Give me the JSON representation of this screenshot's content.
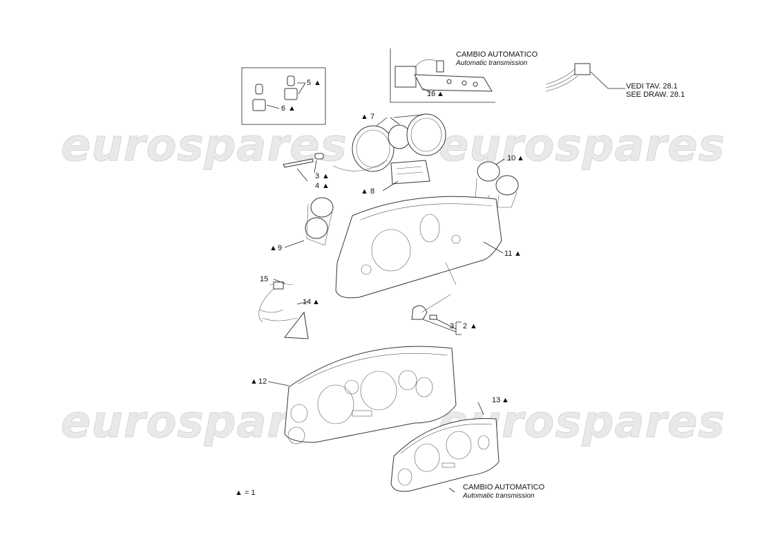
{
  "watermark": [
    "eurospares",
    "eurospares",
    "eurospares",
    "eurospares"
  ],
  "callouts": {
    "c2": "2",
    "c3a": "3",
    "c3b": "3",
    "c4": "4",
    "c5": "5",
    "c6": "6",
    "c7": "7",
    "c8": "8",
    "c9": "9",
    "c10": "10",
    "c11": "11",
    "c12": "12",
    "c13": "13",
    "c14": "14",
    "c15": "15",
    "c16": "16"
  },
  "marker_symbol": "▲",
  "notes": {
    "auto_top_it": "CAMBIO AUTOMATICO",
    "auto_top_en": "Automatic transmission",
    "ref_it": "VEDI TAV. 28.1",
    "ref_en": "SEE DRAW. 28.1",
    "auto_bottom_it": "CAMBIO AUTOMATICO",
    "auto_bottom_en": "Automatic transmission",
    "legend": "= 1"
  }
}
